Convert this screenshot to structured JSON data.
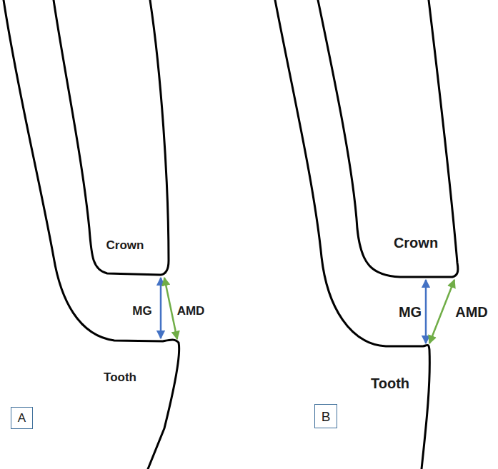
{
  "diagram": {
    "nodes": [
      {
        "text": [
          "A"
        ]
      },
      {
        "text": [
          "B"
        ]
      }
    ],
    "labels": [
      "Crown",
      "MG",
      "AMD",
      "Tooth",
      "Crown",
      "MG",
      "AMD",
      "Tooth"
    ]
  }
}
